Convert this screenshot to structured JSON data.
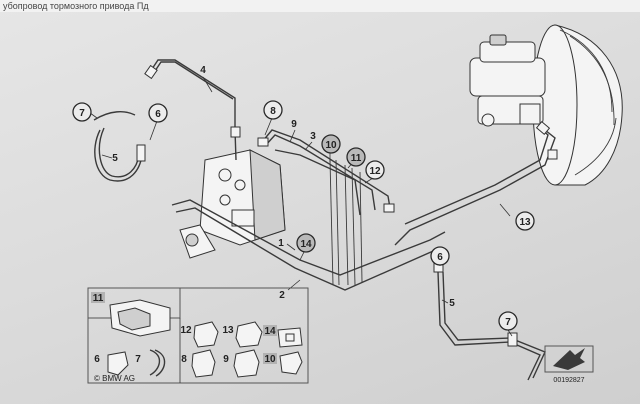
{
  "header": {
    "title": "убопровод тормозного привода Пд"
  },
  "callouts": {
    "c1": "1",
    "c2": "2",
    "c3": "3",
    "c4": "4",
    "c5a": "5",
    "c5b": "5",
    "c6a": "6",
    "c6b": "6",
    "c7a": "7",
    "c7b": "7",
    "c8": "8",
    "c9": "9",
    "c10": "10",
    "c11": "11",
    "c12": "12",
    "c13": "13",
    "c14": "14"
  },
  "parts_legend": {
    "items": [
      "11",
      "12",
      "13",
      "14",
      "6",
      "7",
      "8",
      "9",
      "10"
    ]
  },
  "copyright": "© BMW AG",
  "diagram_id": "00192827"
}
